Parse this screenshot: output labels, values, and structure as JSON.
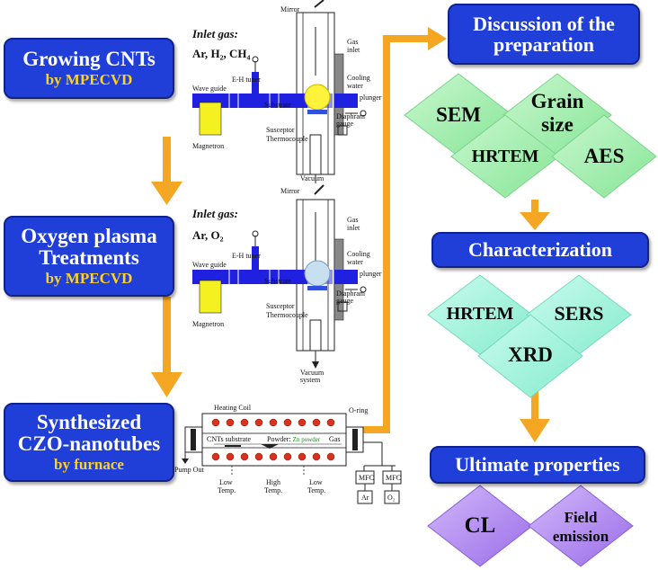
{
  "left_boxes": [
    {
      "title": "Growing CNTs",
      "subtitle": "by MPECVD"
    },
    {
      "title1": "Oxygen plasma",
      "title2": "Treatments",
      "subtitle": "by MPECVD"
    },
    {
      "title1": "Synthesized",
      "title2": "CZO-nanotubes",
      "subtitle": "by furnace"
    }
  ],
  "right_boxes": {
    "preparation": [
      "Discussion of the",
      "preparation"
    ],
    "characterization": "Characterization",
    "ultimate": "Ultimate properties"
  },
  "diamond_groups": {
    "preparation": [
      "SEM",
      "Grain",
      "size",
      "HRTEM",
      "AES"
    ],
    "characterization": [
      "HRTEM",
      "SERS",
      "XRD"
    ],
    "ultimate": [
      "CL",
      "Field",
      "emission"
    ]
  },
  "reactor1": {
    "inlet_gas_label": "Inlet gas:",
    "gases": "Ar, H₂, CH₄",
    "labels": [
      "Mirror",
      "Gas",
      "inlet",
      "E-H tuner",
      "Cooling",
      "water",
      "Wave guide",
      "Substrate",
      "plunger",
      "Diaphram",
      "gauge",
      "Susceptor",
      "Thermocouple",
      "Magnetron",
      "Vacuum"
    ]
  },
  "reactor2": {
    "inlet_gas_label": "Inlet gas:",
    "gases": "Ar, O₂",
    "labels": [
      "Mirror",
      "Gas",
      "inlet",
      "E-H tuner",
      "Cooling",
      "water",
      "Wave guide",
      "Substrate",
      "plunger",
      "Diaphram",
      "gauge",
      "Susceptor",
      "Thermocouple",
      "Magnetron",
      "Vacuum",
      "system"
    ]
  },
  "furnace": {
    "heating_coil": "Heating Coil",
    "oring": "O-ring",
    "cnts_substrate": "CNTs  substrate",
    "powder": "Powder:",
    "powder_type": "Zn powder",
    "gas": "Gas",
    "pump_out": "Pump Out",
    "low_temp_left": [
      "Low",
      "Temp."
    ],
    "high_temp": [
      "High",
      "Temp."
    ],
    "low_temp_right": [
      "Low",
      "Temp."
    ],
    "mfc_left": "MFC",
    "mfc_right": "MFC",
    "gas_ar": "Ar",
    "gas_o2": "O₂"
  },
  "colors": {
    "box_blue": "#1f3fd8",
    "subtitle_yellow": "#ffd21f",
    "arrow_orange": "#f5a623",
    "diamond_green": "#a6f0b0",
    "diamond_teal": "#a8f5e0",
    "diamond_purple": "#b18cf0",
    "waveguide_blue": "#2020e0",
    "magnetron_yellow": "#f5f020",
    "coil_red": "#d8321e"
  }
}
